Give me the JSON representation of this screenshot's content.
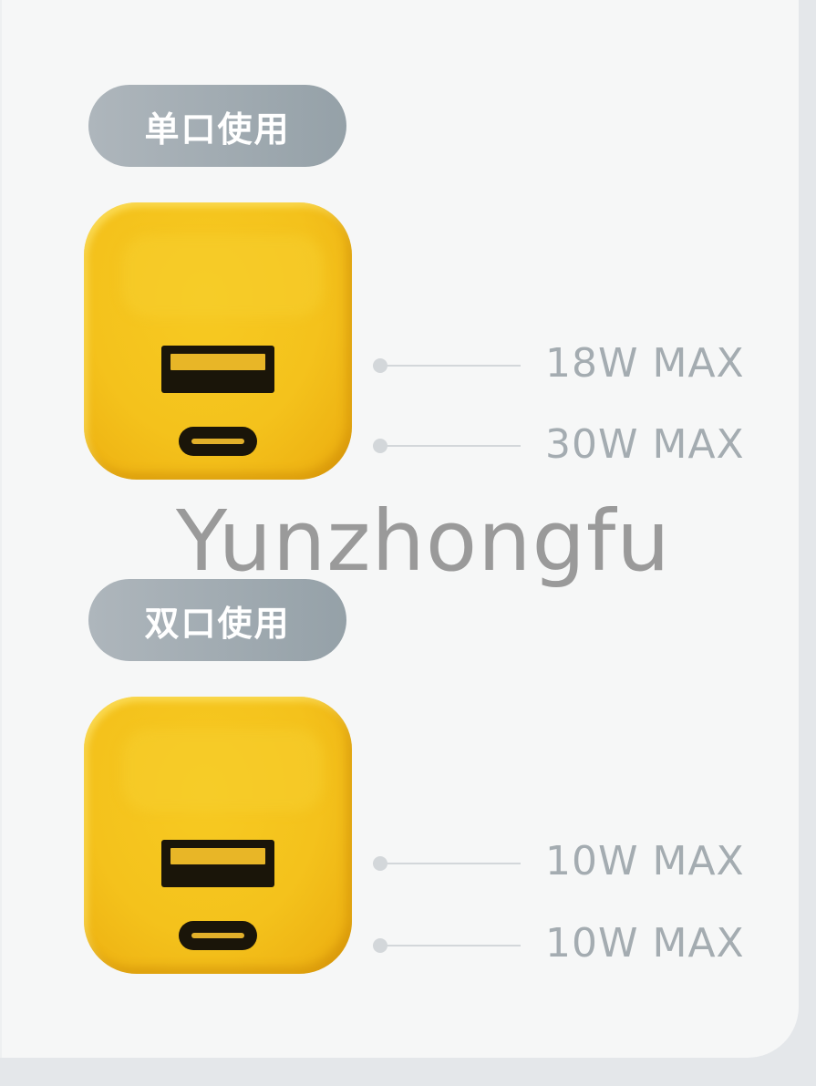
{
  "sections": [
    {
      "label": "单口使用",
      "ports": [
        {
          "name": "usb-a",
          "spec": "18W MAX"
        },
        {
          "name": "usb-c",
          "spec": "30W MAX"
        }
      ]
    },
    {
      "label": "双口使用",
      "ports": [
        {
          "name": "usb-a",
          "spec": "10W MAX"
        },
        {
          "name": "usb-c",
          "spec": "10W MAX"
        }
      ]
    }
  ],
  "watermark": "Yunzhongfu",
  "colors": {
    "charger": "#f4c21c",
    "pill": "#9aa6ad",
    "spec_text": "#a4acb1",
    "background": "#f6f7f7"
  }
}
